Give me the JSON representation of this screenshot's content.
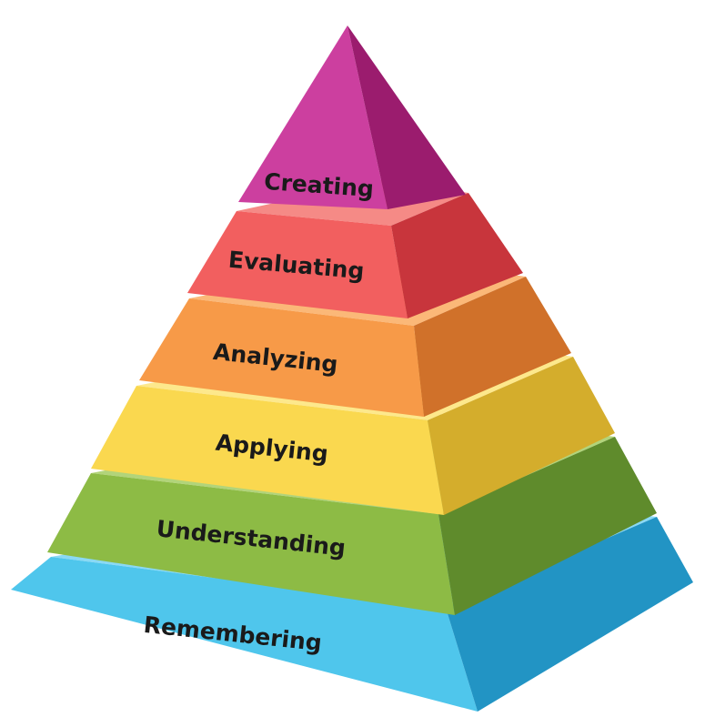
{
  "diagram": {
    "tiers": [
      {
        "id": "creating",
        "label": "Creating",
        "front_color": "#cc3f9f",
        "side_color": "#9b1c6e",
        "top_color": "#e06ab8"
      },
      {
        "id": "evaluating",
        "label": "Evaluating",
        "front_color": "#f25f5f",
        "side_color": "#c8353c",
        "top_color": "#f58a86"
      },
      {
        "id": "analyzing",
        "label": "Analyzing",
        "front_color": "#f79a48",
        "side_color": "#d0712a",
        "top_color": "#fbb878"
      },
      {
        "id": "applying",
        "label": "Applying",
        "front_color": "#fad84f",
        "side_color": "#d4ad2c",
        "top_color": "#fde88c"
      },
      {
        "id": "understanding",
        "label": "Understanding",
        "front_color": "#8dbb45",
        "side_color": "#5f8b2c",
        "top_color": "#b2d47a"
      },
      {
        "id": "remembering",
        "label": "Remembering",
        "front_color": "#4fc6ec",
        "side_color": "#2294c4",
        "top_color": "#8ad9f4"
      }
    ]
  }
}
